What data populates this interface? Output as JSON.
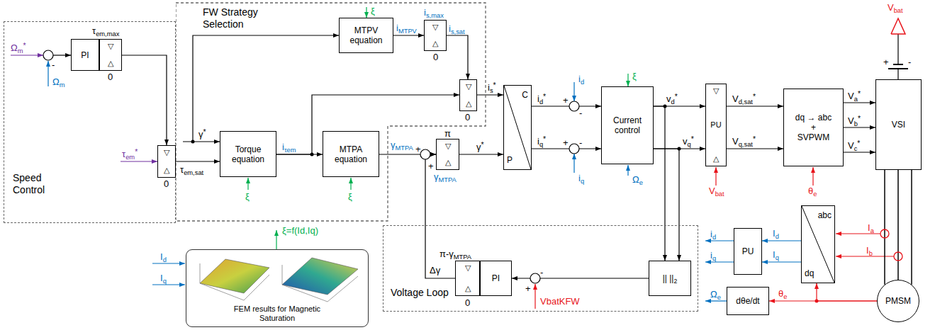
{
  "diagram": {
    "nodes": [
      {
        "text": [
          "Speed Control"
        ]
      },
      {
        "text": [
          "PI"
        ],
        "in": 0
      },
      {
        "text": [
          "▽",
          "△"
        ],
        "in": 0
      },
      {
        "text": [
          "▽",
          "△"
        ],
        "in": 0
      },
      {
        "text": [
          "FW Strategy Selection"
        ]
      },
      {
        "text": [
          "MTPV equation"
        ],
        "in": 4
      },
      {
        "text": [
          "▽",
          "△"
        ],
        "in": 4
      },
      {
        "text": [
          "Torque equation"
        ],
        "in": 4
      },
      {
        "text": [
          "MTPA equation"
        ],
        "in": 4
      },
      {
        "text": [
          "▽",
          "△"
        ],
        "in": 4
      },
      {
        "text": [
          "▽",
          "△"
        ]
      },
      {
        "text": [
          "C",
          "P"
        ]
      },
      {
        "text": [
          "Current control"
        ]
      },
      {
        "text": [
          "▽",
          "PU",
          "△"
        ]
      },
      {
        "text": [
          "dq → abc",
          "+",
          "SVPWM"
        ]
      },
      {
        "text": [
          "VSI"
        ]
      },
      {
        "text": [
          "PMSM"
        ]
      },
      {
        "text": [
          "abc",
          "dq"
        ]
      },
      {
        "text": [
          "PU"
        ]
      },
      {
        "text": [
          "dθe/dt"
        ]
      },
      {
        "text": [
          "Voltage Loop"
        ]
      },
      {
        "text": [
          "▽",
          "△"
        ],
        "in": 20
      },
      {
        "text": [
          "PI"
        ],
        "in": 20
      },
      {
        "text": [
          "|| ||2"
        ],
        "in": 20
      },
      {
        "text": [
          "FEM results for Magnetic Saturation"
        ]
      }
    ],
    "edges": [
      {
        "from": 2,
        "to": 3,
        "arrow": "to"
      },
      {
        "from": 3,
        "to": 7,
        "arrow": "to",
        "label": "τem,sat"
      },
      {
        "from": 5,
        "to": 6,
        "arrow": "to",
        "label": "iMTPV"
      },
      {
        "from": 6,
        "to": 9,
        "arrow": "to",
        "label": "is,sat"
      },
      {
        "from": 7,
        "to": 8,
        "arrow": "to",
        "label": "iτem"
      },
      {
        "from": 7,
        "to": 9,
        "arrow": "to"
      },
      {
        "from": 8,
        "to": 10,
        "arrow": "to",
        "label": "γMTPA"
      },
      {
        "from": 9,
        "to": 11,
        "arrow": "to",
        "label": "is*"
      },
      {
        "from": 10,
        "to": 11,
        "arrow": "to",
        "label": "γ*"
      },
      {
        "from": 11,
        "to": 12,
        "arrow": "to",
        "label": "id*"
      },
      {
        "from": 11,
        "to": 12,
        "arrow": "to",
        "label": "iq*"
      },
      {
        "from": 12,
        "to": 13,
        "arrow": "to",
        "label": "vd*"
      },
      {
        "from": 12,
        "to": 13,
        "arrow": "to",
        "label": "vq*"
      },
      {
        "from": 12,
        "to": 23,
        "arrow": "to"
      },
      {
        "from": 12,
        "to": 23,
        "arrow": "to"
      },
      {
        "from": 13,
        "to": 14,
        "arrow": "to",
        "label": "Vd,sat*"
      },
      {
        "from": 13,
        "to": 14,
        "arrow": "to",
        "label": "Vq,sat*"
      },
      {
        "from": 14,
        "to": 15,
        "arrow": "to",
        "label": "Va*"
      },
      {
        "from": 14,
        "to": 15,
        "arrow": "to",
        "label": "Vb*"
      },
      {
        "from": 14,
        "to": 15,
        "arrow": "to",
        "label": "Vc*"
      },
      {
        "from": 15,
        "to": 16,
        "arrow": "none"
      },
      {
        "from": 15,
        "to": 16,
        "arrow": "none"
      },
      {
        "from": 15,
        "to": 16,
        "arrow": "none"
      },
      {
        "from": 16,
        "to": 17,
        "arrow": "to"
      },
      {
        "from": 16,
        "to": 19,
        "arrow": "to",
        "label": "θe"
      },
      {
        "from": 17,
        "to": 18,
        "arrow": "to",
        "label": "Id"
      },
      {
        "from": 17,
        "to": 18,
        "arrow": "to",
        "label": "Iq"
      },
      {
        "from": 23,
        "to": 22,
        "arrow": "to"
      },
      {
        "from": 21,
        "to": 10,
        "arrow": "to",
        "label": "Δγ"
      }
    ],
    "labels": [
      "Ωm*",
      "-",
      "Ωm",
      "τem,max",
      "0",
      "τem*",
      "0",
      "ξ",
      "γ*",
      "is,max",
      "0",
      "ξ",
      "ξ",
      "0",
      "+",
      "+",
      "π",
      "γMTPA",
      "+",
      "-",
      "id",
      "+",
      "-",
      "iq",
      "ξ",
      "Ωe",
      "Vbat",
      "θe",
      "Vbat",
      "+",
      "-",
      "Ia",
      "Ib",
      "id",
      "iq",
      "Ωe",
      "π-γMTPA",
      "0",
      "-",
      "+",
      "VbatKFW",
      "ξ=f(Id,Iq)",
      "Id",
      "Iq"
    ]
  }
}
